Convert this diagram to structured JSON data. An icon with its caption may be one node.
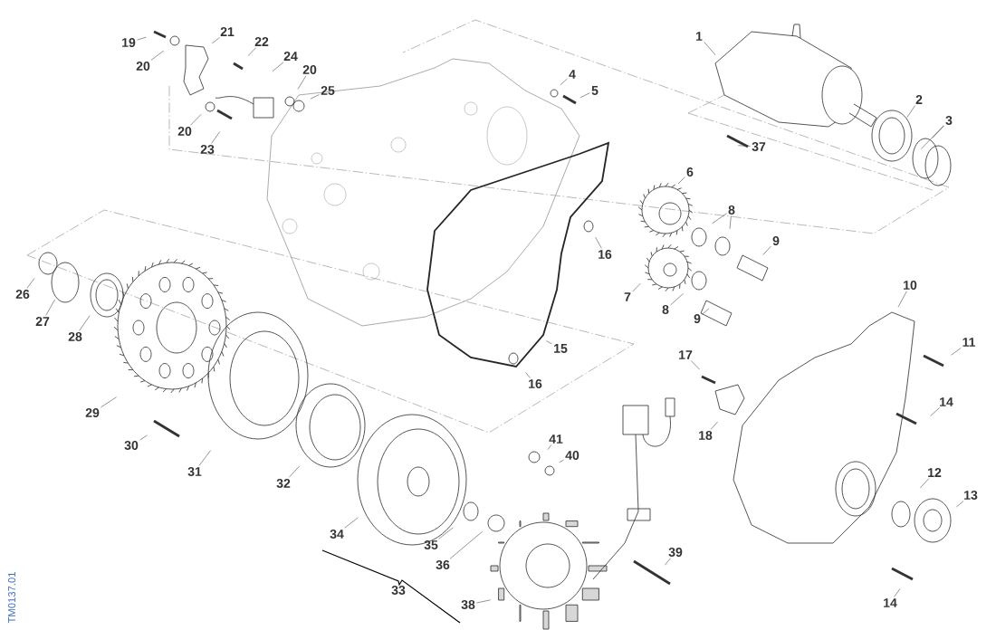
{
  "diagram": {
    "nodes": [
      {
        "text": [
          "1"
        ]
      },
      {
        "text": [
          "2"
        ]
      },
      {
        "text": [
          "3"
        ]
      },
      {
        "text": [
          "4"
        ]
      },
      {
        "text": [
          "5"
        ]
      },
      {
        "text": [
          "6"
        ]
      },
      {
        "text": [
          "7"
        ]
      },
      {
        "text": [
          "8"
        ]
      },
      {
        "text": [
          "8"
        ]
      },
      {
        "text": [
          "9"
        ]
      },
      {
        "text": [
          "9"
        ]
      },
      {
        "text": [
          "10"
        ]
      },
      {
        "text": [
          "11"
        ]
      },
      {
        "text": [
          "12"
        ]
      },
      {
        "text": [
          "13"
        ]
      },
      {
        "text": [
          "14"
        ]
      },
      {
        "text": [
          "14"
        ]
      },
      {
        "text": [
          "15"
        ]
      },
      {
        "text": [
          "16"
        ]
      },
      {
        "text": [
          "16"
        ]
      },
      {
        "text": [
          "17"
        ]
      },
      {
        "text": [
          "18"
        ]
      },
      {
        "text": [
          "19"
        ]
      },
      {
        "text": [
          "20"
        ]
      },
      {
        "text": [
          "20"
        ]
      },
      {
        "text": [
          "20"
        ]
      },
      {
        "text": [
          "21"
        ]
      },
      {
        "text": [
          "22"
        ]
      },
      {
        "text": [
          "23"
        ]
      },
      {
        "text": [
          "24"
        ]
      },
      {
        "text": [
          "25"
        ]
      },
      {
        "text": [
          "26"
        ]
      },
      {
        "text": [
          "27"
        ]
      },
      {
        "text": [
          "28"
        ]
      },
      {
        "text": [
          "29"
        ]
      },
      {
        "text": [
          "30"
        ]
      },
      {
        "text": [
          "31"
        ]
      },
      {
        "text": [
          "32"
        ]
      },
      {
        "text": [
          "34"
        ]
      },
      {
        "text": [
          "35"
        ]
      },
      {
        "text": [
          "36"
        ]
      },
      {
        "text": [
          "37"
        ]
      },
      {
        "text": [
          "38"
        ]
      },
      {
        "text": [
          "39"
        ]
      },
      {
        "text": [
          "40"
        ]
      },
      {
        "text": [
          "41"
        ]
      }
    ],
    "edges": [
      {
        "from": 0,
        "to": null,
        "arrow": "none"
      },
      {
        "from": 1,
        "to": null,
        "arrow": "none"
      },
      {
        "from": 2,
        "to": null,
        "arrow": "none"
      },
      {
        "from": 2,
        "to": null,
        "arrow": "none"
      },
      {
        "from": 3,
        "to": null,
        "arrow": "none"
      },
      {
        "from": 4,
        "to": null,
        "arrow": "none"
      },
      {
        "from": 5,
        "to": null,
        "arrow": "none"
      },
      {
        "from": 6,
        "to": null,
        "arrow": "none"
      },
      {
        "from": 7,
        "to": null,
        "arrow": "none"
      },
      {
        "from": 7,
        "to": null,
        "arrow": "none"
      },
      {
        "from": 8,
        "to": null,
        "arrow": "none"
      },
      {
        "from": 9,
        "to": null,
        "arrow": "none"
      },
      {
        "from": 10,
        "to": null,
        "arrow": "none"
      },
      {
        "from": 11,
        "to": null,
        "arrow": "none"
      },
      {
        "from": 12,
        "to": null,
        "arrow": "none"
      },
      {
        "from": 13,
        "to": null,
        "arrow": "none"
      },
      {
        "from": 14,
        "to": null,
        "arrow": "none"
      },
      {
        "from": 15,
        "to": null,
        "arrow": "none"
      },
      {
        "from": 16,
        "to": null,
        "arrow": "none"
      },
      {
        "from": 17,
        "to": null,
        "arrow": "none"
      },
      {
        "from": 18,
        "to": null,
        "arrow": "none"
      },
      {
        "from": 19,
        "to": null,
        "arrow": "none"
      },
      {
        "from": 20,
        "to": null,
        "arrow": "none"
      },
      {
        "from": 21,
        "to": null,
        "arrow": "none"
      },
      {
        "from": 22,
        "to": null,
        "arrow": "none"
      },
      {
        "from": 23,
        "to": null,
        "arrow": "none"
      },
      {
        "from": 24,
        "to": null,
        "arrow": "none"
      },
      {
        "from": 25,
        "to": null,
        "arrow": "none"
      },
      {
        "from": 26,
        "to": null,
        "arrow": "none"
      },
      {
        "from": 27,
        "to": null,
        "arrow": "none"
      },
      {
        "from": 28,
        "to": null,
        "arrow": "none"
      },
      {
        "from": 29,
        "to": null,
        "arrow": "none"
      },
      {
        "from": 30,
        "to": null,
        "arrow": "none"
      },
      {
        "from": 31,
        "to": null,
        "arrow": "none"
      },
      {
        "from": 32,
        "to": null,
        "arrow": "none"
      },
      {
        "from": 33,
        "to": null,
        "arrow": "none"
      },
      {
        "from": 34,
        "to": null,
        "arrow": "none"
      },
      {
        "from": 35,
        "to": null,
        "arrow": "none"
      },
      {
        "from": 36,
        "to": null,
        "arrow": "none"
      },
      {
        "from": 37,
        "to": null,
        "arrow": "none"
      },
      {
        "from": 38,
        "to": null,
        "arrow": "none"
      },
      {
        "from": 39,
        "to": null,
        "arrow": "none"
      },
      {
        "from": 40,
        "to": null,
        "arrow": "none"
      },
      {
        "from": 41,
        "to": null,
        "arrow": "none"
      },
      {
        "from": 42,
        "to": null,
        "arrow": "none"
      },
      {
        "from": 43,
        "to": null,
        "arrow": "none"
      },
      {
        "from": 44,
        "to": null,
        "arrow": "none"
      },
      {
        "from": 45,
        "to": null,
        "arrow": "none"
      }
    ],
    "labels": [
      "33",
      "TM0137.01"
    ]
  }
}
